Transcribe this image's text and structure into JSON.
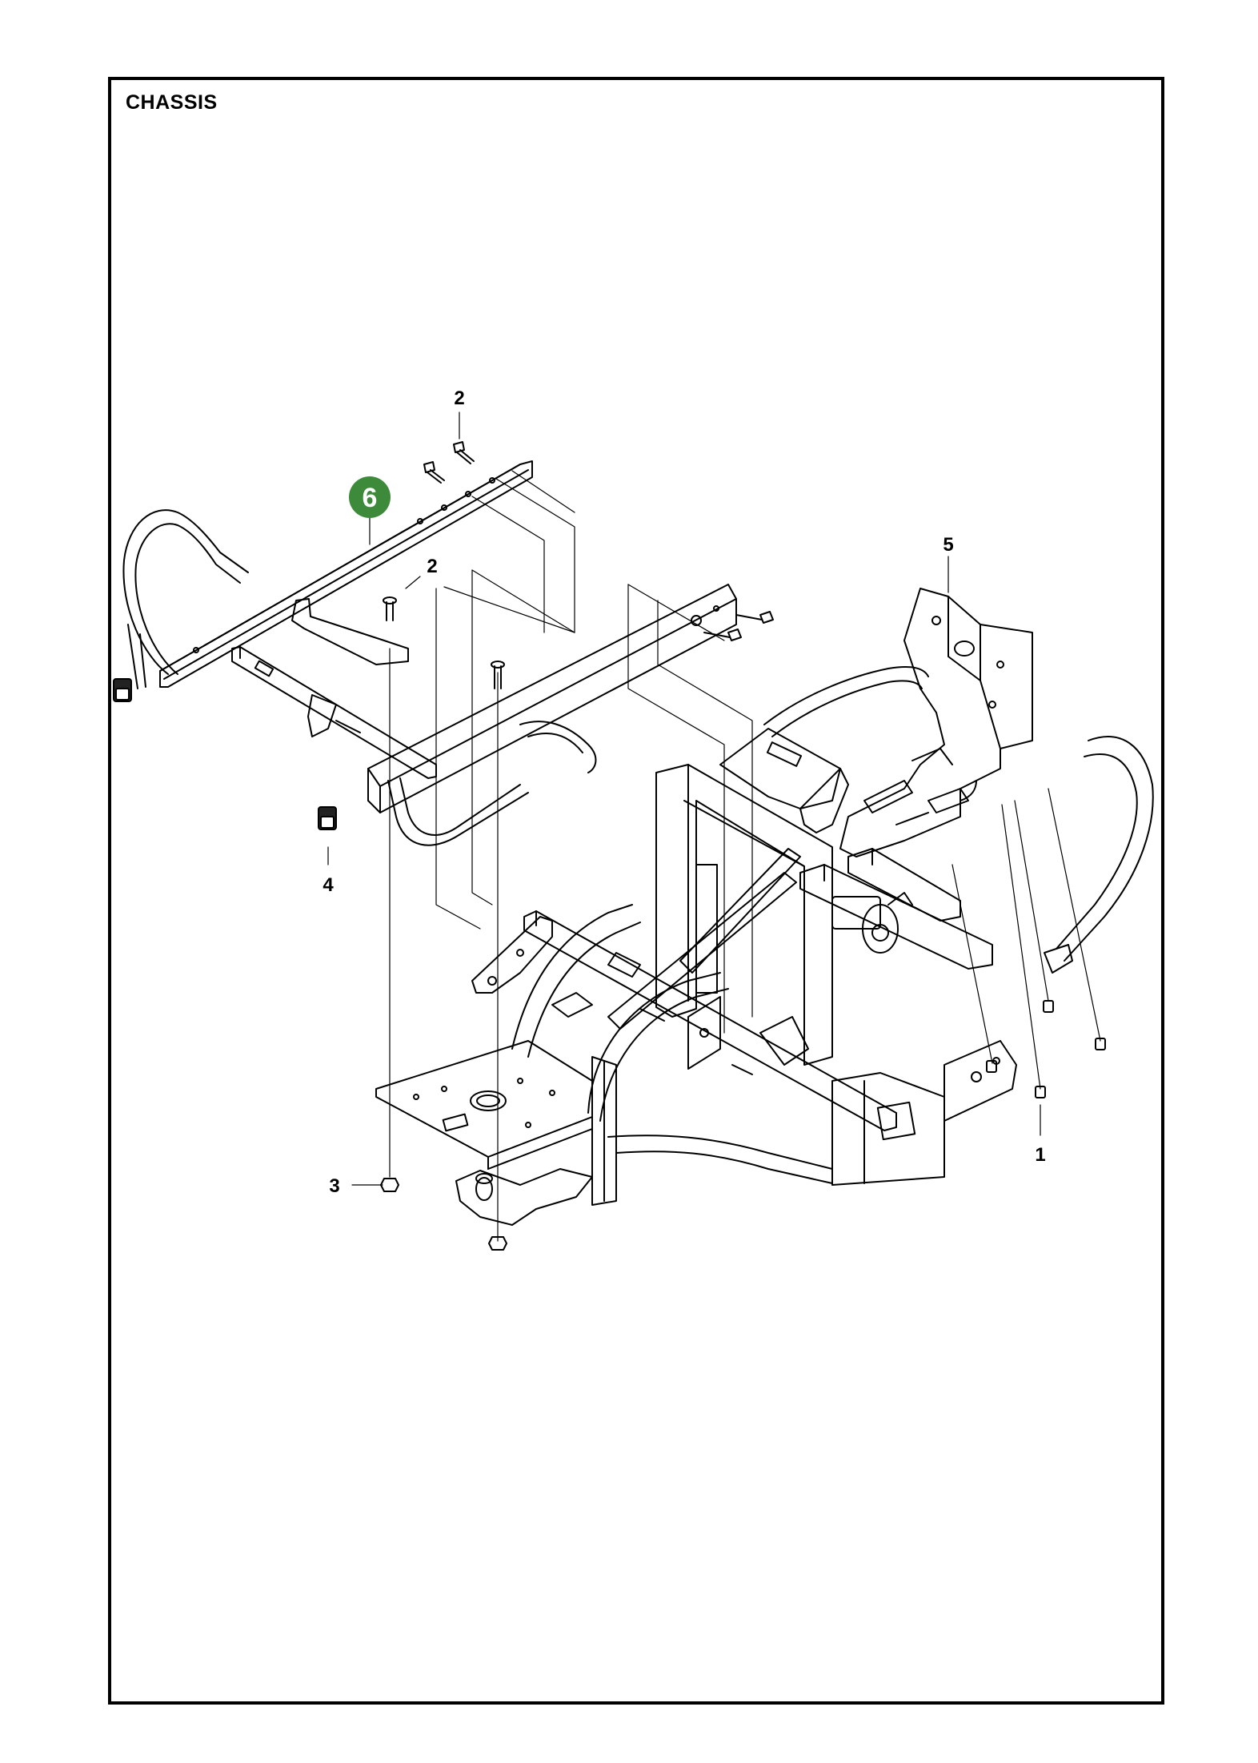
{
  "title": "CHASSIS",
  "highlight_color": "#3d8a3a",
  "callouts": {
    "c1": "1",
    "c2a": "2",
    "c2b": "2",
    "c3": "3",
    "c4": "4",
    "c5": "5",
    "c6": "6"
  }
}
